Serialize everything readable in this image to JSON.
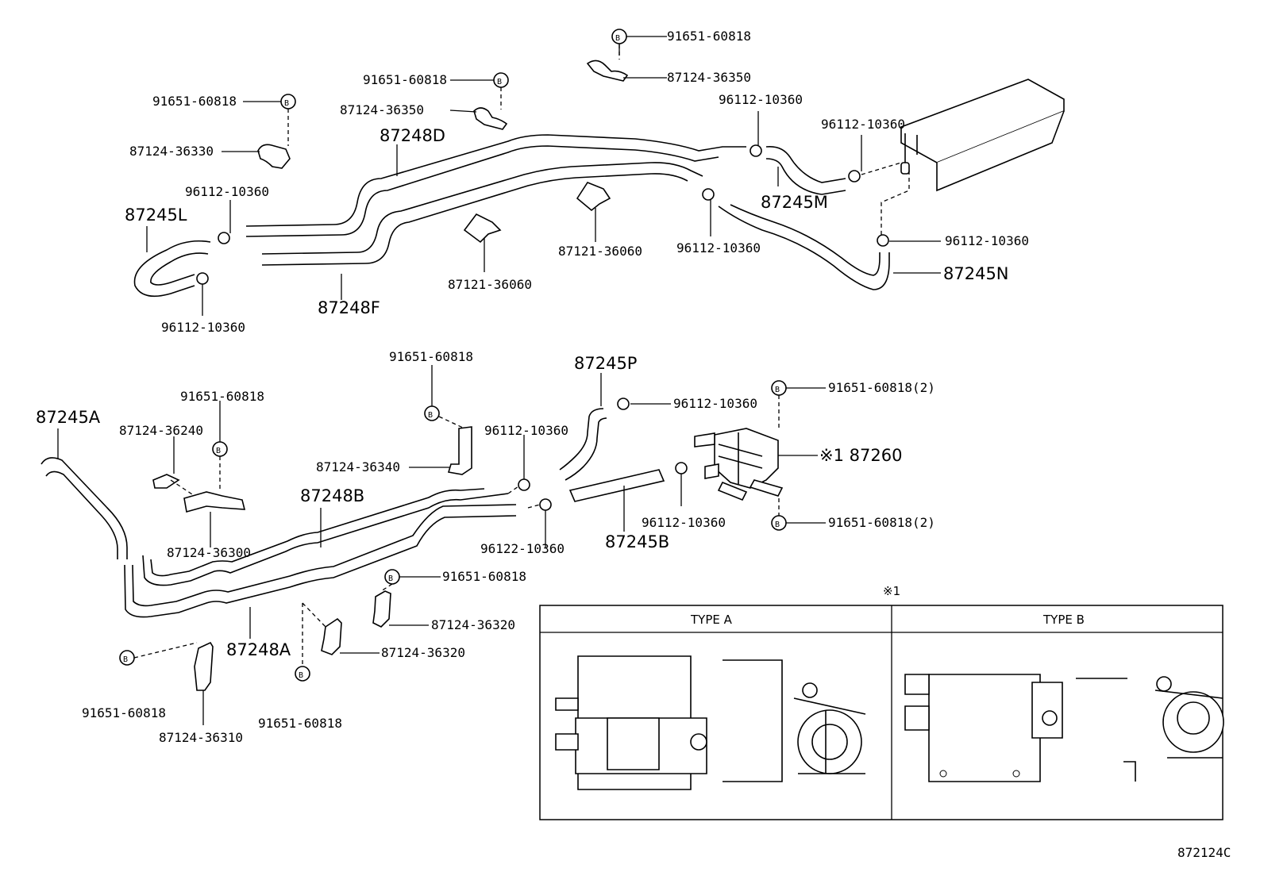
{
  "diagram_code": "872124C",
  "note_symbol": "※1",
  "types": {
    "a": "TYPE A",
    "b": "TYPE B"
  },
  "labels": {
    "p91651_60818": "91651-60818",
    "p91651_60818x2": "91651-60818(2)",
    "p87124_36350": "87124-36350",
    "p87124_36330": "87124-36330",
    "p87124_36240": "87124-36240",
    "p87124_36340": "87124-36340",
    "p87124_36300": "87124-36300",
    "p87124_36320": "87124-36320",
    "p87124_36310": "87124-36310",
    "p87121_36060": "87121-36060",
    "p96112_10360": "96112-10360",
    "p96122_10360": "96122-10360",
    "h87248D": "87248D",
    "h87248F": "87248F",
    "h87248B": "87248B",
    "h87248A": "87248A",
    "h87245L": "87245L",
    "h87245M": "87245M",
    "h87245N": "87245N",
    "h87245A": "87245A",
    "h87245P": "87245P",
    "h87245B": "87245B",
    "h87260": "※1 87260"
  }
}
